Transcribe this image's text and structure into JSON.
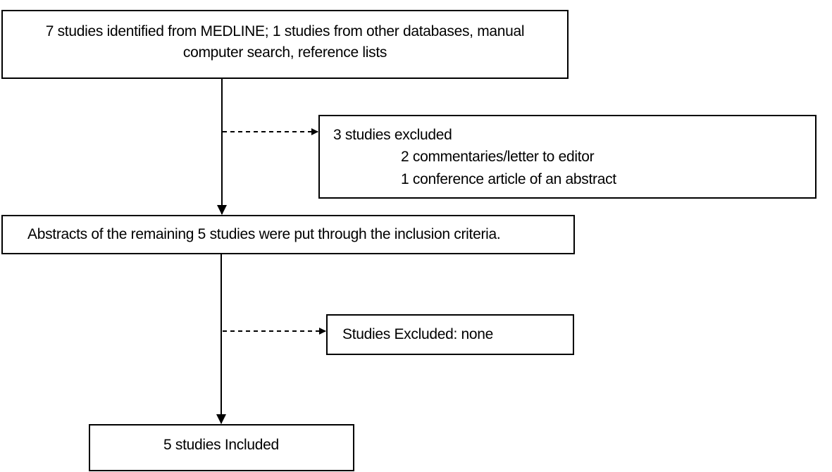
{
  "boxes": {
    "identified": {
      "line1": "7 studies identified from MEDLINE; 1 studies from other databases, manual",
      "line2": "computer search, reference lists"
    },
    "excluded_first": {
      "heading": "3 studies excluded",
      "items": [
        "2 commentaries/letter to editor",
        "1 conference article of an abstract"
      ]
    },
    "screening": {
      "text": "Abstracts of the remaining 5 studies were put through the inclusion criteria."
    },
    "excluded_second": {
      "text": "Studies Excluded: none"
    },
    "included": {
      "text": "5 studies Included"
    }
  }
}
